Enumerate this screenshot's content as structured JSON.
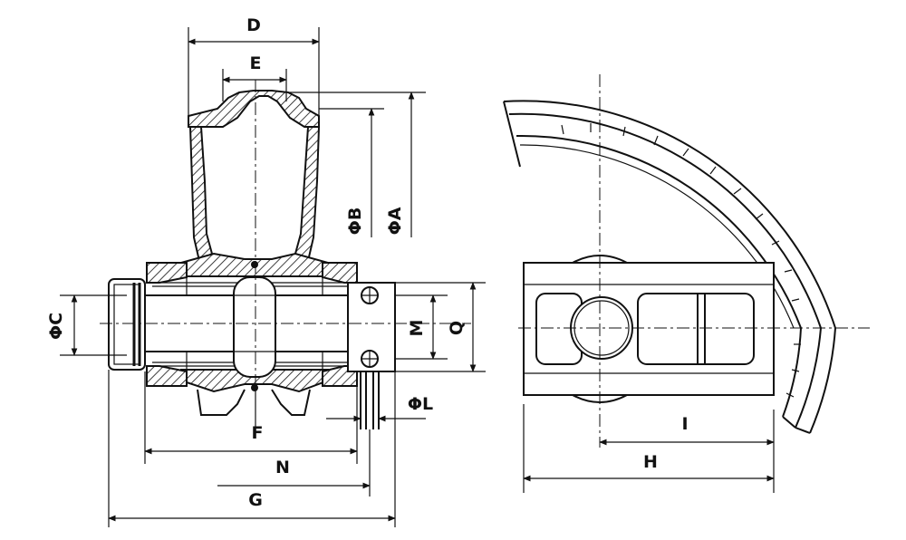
{
  "labels": {
    "D": "D",
    "E": "E",
    "phiB": "ΦB",
    "phiA": "ΦA",
    "phiC": "ΦC",
    "M": "M",
    "Q": "Q",
    "phiL": "ΦL",
    "F": "F",
    "N": "N",
    "G": "G",
    "I": "I",
    "H": "H"
  }
}
